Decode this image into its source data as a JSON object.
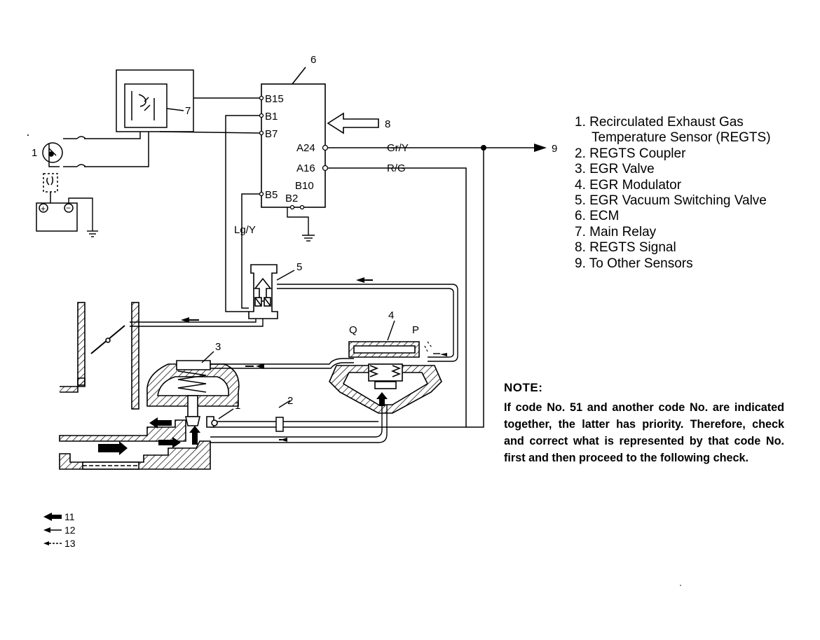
{
  "terminals": {
    "b15": "B15",
    "b1": "B1",
    "b7": "B7",
    "b5": "B5",
    "a24": "A24",
    "a16": "A16",
    "b10": "B10",
    "b2": "B2"
  },
  "wires": {
    "gr_y": "Gr/Y",
    "r_g": "R/G",
    "lg_y": "Lg/Y"
  },
  "callouts": {
    "n1": "1",
    "n1b": "1",
    "n2": "2",
    "n3": "3",
    "n4": "4",
    "n5": "5",
    "n6": "6",
    "n7": "7",
    "n8": "8",
    "n9": "9"
  },
  "modulator_ports": {
    "q": "Q",
    "p": "P"
  },
  "arrow_legend": [
    {
      "num": "11",
      "style": "thick"
    },
    {
      "num": "12",
      "style": "thin"
    },
    {
      "num": "13",
      "style": "dashed"
    }
  ],
  "legend": {
    "item1_line1": "1. Recirculated Exhaust Gas",
    "item1_line2": "Temperature Sensor (REGTS)",
    "item2": "2. REGTS Coupler",
    "item3": "3. EGR Valve",
    "item4": "4. EGR Modulator",
    "item5": "5. EGR Vacuum Switching Valve",
    "item6": "6. ECM",
    "item7": "7. Main Relay",
    "item8": "8. REGTS Signal",
    "item9": "9. To Other Sensors"
  },
  "note": {
    "title": "NOTE:",
    "body": "If code No. 51 and another code No. are indicated together, the latter has priority. Therefore, check and correct what is represented by that code No. first and then proceed to the following check."
  }
}
